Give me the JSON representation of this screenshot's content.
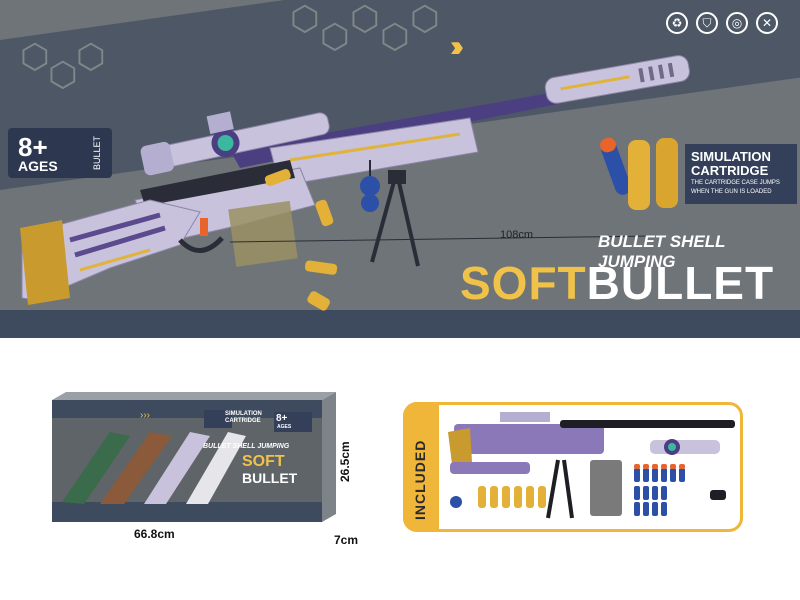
{
  "banner": {
    "age_number": "8+",
    "age_label": "AGES",
    "bullet_tag": "BULLET",
    "length_label": "108cm",
    "headline_small": "BULLET SHELL JUMPING",
    "headline_soft": "SOFT",
    "headline_bullet": "BULLET",
    "simulation_title_1": "SIMULATION",
    "simulation_title_2": "CARTRIDGE",
    "simulation_sub_1": "THE CARTRIDGE CASE JUMPS",
    "simulation_sub_2": "WHEN THE GUN IS LOADED",
    "cert_icons": [
      "recycle-icon",
      "shield-icon",
      "sound-icon",
      "safety-icon"
    ]
  },
  "package": {
    "width_label": "66.8cm",
    "height_label": "26.5cm",
    "depth_label": "7cm",
    "box_title_small": "BULLET SHELL JUMPING",
    "box_soft": "SOFT",
    "box_bullet": "BULLET",
    "box_age": "8+",
    "box_age_label": "AGES",
    "box_sim_1": "SIMULATION",
    "box_sim_2": "CARTRIDGE"
  },
  "included": {
    "label": "INCLUDED"
  },
  "colors": {
    "accent_gold": "#f0c24a",
    "navy": "#34405a",
    "gun_purple": "#5b4a8e",
    "gun_lavender": "#c8c2dc",
    "dart_blue": "#2c4fa8",
    "dart_orange": "#e8642a"
  }
}
